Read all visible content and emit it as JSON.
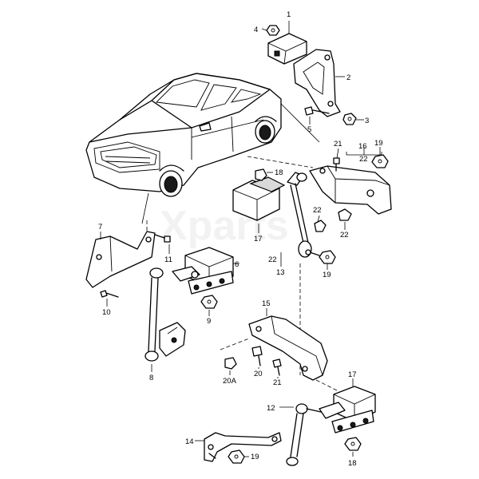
{
  "watermark": "Xparts",
  "callouts": {
    "c1": "1",
    "c2": "2",
    "c3": "3",
    "c4": "4",
    "c5": "5",
    "c6": "6",
    "c7": "7",
    "c8": "8",
    "c9": "9",
    "c10": "10",
    "c11": "11",
    "c12": "12",
    "c13": "13",
    "c14": "14",
    "c15": "15",
    "c16": "16",
    "c17a": "17",
    "c17b": "17",
    "c18a": "18",
    "c18b": "18",
    "c19a": "19",
    "c19b": "19",
    "c19c": "19",
    "c20": "20",
    "c20a": "20A",
    "c21a": "21",
    "c21b": "21",
    "c22a": "22",
    "c22b": "22",
    "c22c": "22",
    "c22d": "22"
  },
  "parts": [
    {
      "id": "1",
      "icon": "control-unit-icon"
    },
    {
      "id": "2",
      "icon": "bracket-icon"
    },
    {
      "id": "3",
      "icon": "nut-icon"
    },
    {
      "id": "4",
      "icon": "nut-icon"
    },
    {
      "id": "5",
      "icon": "bolt-icon"
    },
    {
      "id": "6",
      "icon": "level-sender-icon"
    },
    {
      "id": "7",
      "icon": "bracket-icon"
    },
    {
      "id": "8",
      "icon": "coupling-rod-icon"
    },
    {
      "id": "9",
      "icon": "nut-icon"
    },
    {
      "id": "10",
      "icon": "rivet-icon"
    },
    {
      "id": "11",
      "icon": "bolt-icon"
    },
    {
      "id": "12",
      "icon": "coupling-rod-icon"
    },
    {
      "id": "13",
      "icon": "coupling-rod-icon"
    },
    {
      "id": "14",
      "icon": "bracket-icon"
    },
    {
      "id": "15",
      "icon": "bracket-icon"
    },
    {
      "id": "16",
      "icon": "bracket-icon"
    },
    {
      "id": "17",
      "icon": "level-sender-icon"
    },
    {
      "id": "18",
      "icon": "nut-icon"
    },
    {
      "id": "19",
      "icon": "nut-icon"
    },
    {
      "id": "20",
      "icon": "bolt-icon"
    },
    {
      "id": "20A",
      "icon": "nut-icon"
    },
    {
      "id": "21",
      "icon": "bolt-icon"
    },
    {
      "id": "22",
      "icon": "nut-icon"
    }
  ]
}
